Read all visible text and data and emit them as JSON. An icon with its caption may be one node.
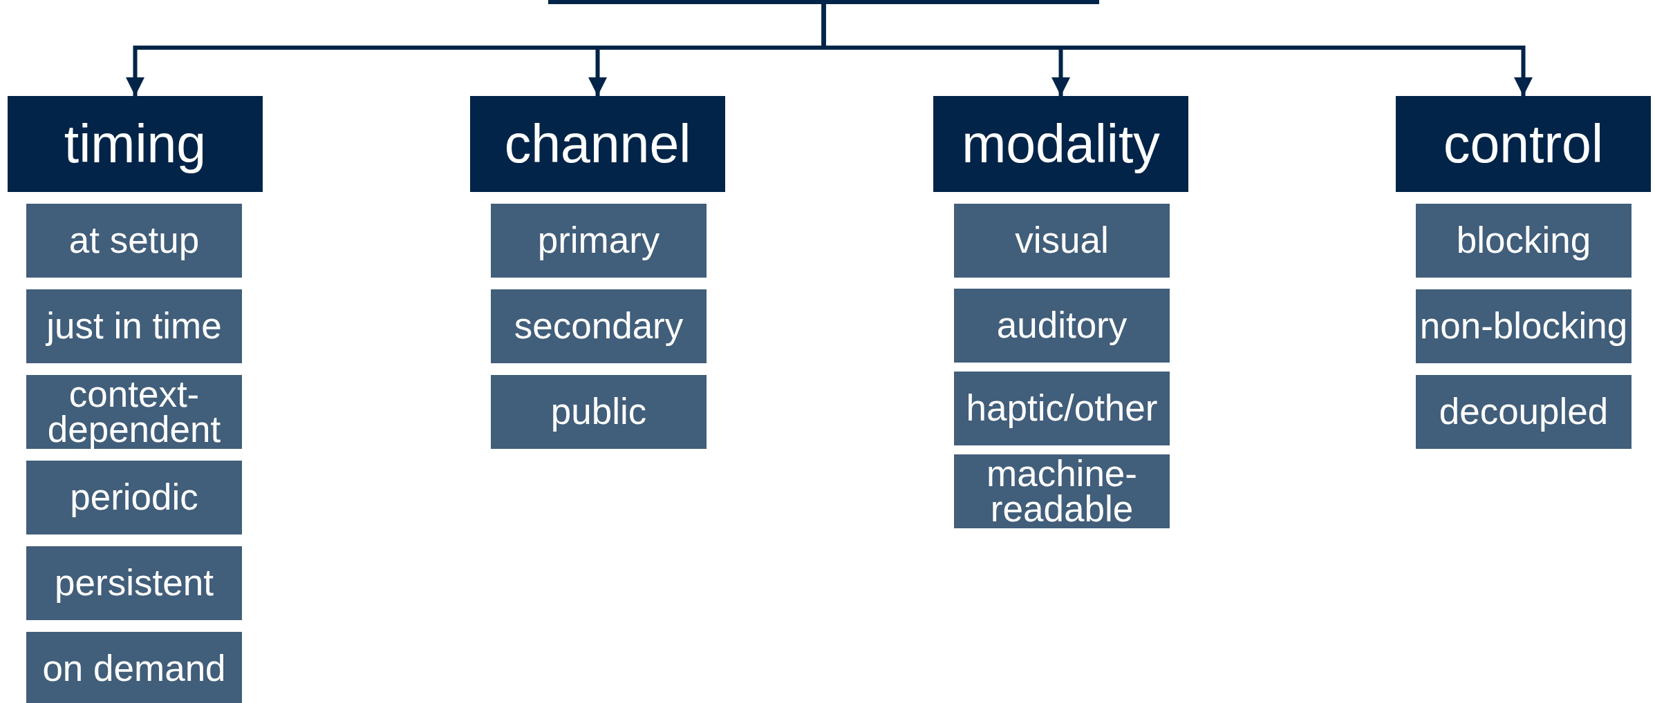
{
  "diagram": {
    "nodes": [
      {
        "text": [],
        "shape": "box"
      },
      {
        "text": [
          "timing"
        ]
      },
      {
        "text": [
          "at setup"
        ]
      },
      {
        "text": [
          "just in time"
        ]
      },
      {
        "text": [
          "context-dependent"
        ]
      },
      {
        "text": [
          "periodic"
        ]
      },
      {
        "text": [
          "persistent"
        ]
      },
      {
        "text": [
          "on demand"
        ]
      },
      {
        "text": [
          "channel"
        ]
      },
      {
        "text": [
          "primary"
        ]
      },
      {
        "text": [
          "secondary"
        ]
      },
      {
        "text": [
          "public"
        ]
      },
      {
        "text": [
          "modality"
        ]
      },
      {
        "text": [
          "visual"
        ]
      },
      {
        "text": [
          "auditory"
        ]
      },
      {
        "text": [
          "haptic/other"
        ]
      },
      {
        "text": [
          "machine-readable"
        ]
      },
      {
        "text": [
          "control"
        ]
      },
      {
        "text": [
          "blocking"
        ]
      },
      {
        "text": [
          "non-blocking"
        ]
      },
      {
        "text": [
          "decoupled"
        ]
      }
    ],
    "edges": [
      {
        "from": 0,
        "to": 1,
        "arrow": "to"
      },
      {
        "from": 0,
        "to": 8,
        "arrow": "to"
      },
      {
        "from": 0,
        "to": 12,
        "arrow": "to"
      },
      {
        "from": 0,
        "to": 17,
        "arrow": "to"
      }
    ]
  }
}
